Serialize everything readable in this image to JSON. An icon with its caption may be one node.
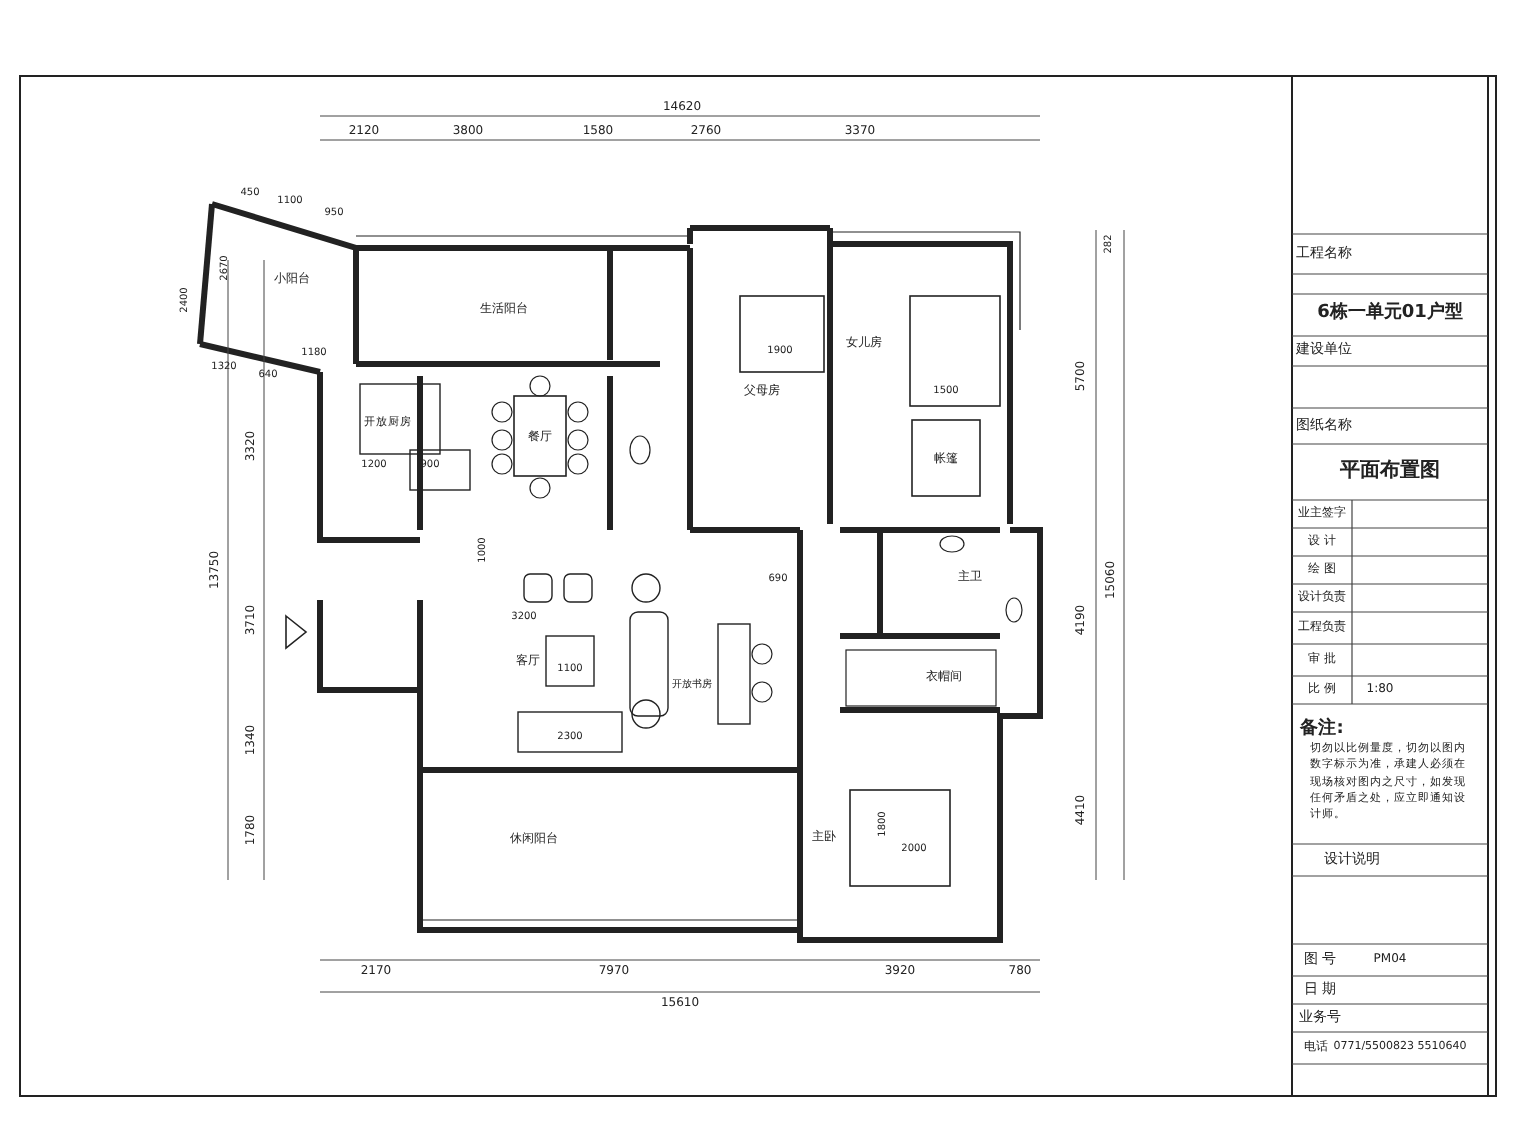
{
  "diagram": {
    "labels": [
      "14620",
      "2120",
      "3800",
      "1580",
      "2760",
      "3370",
      "450",
      "1100",
      "950",
      "2400",
      "2670",
      "1320",
      "640",
      "3320",
      "13750",
      "3710",
      "1340",
      "1780",
      "282",
      "5700",
      "15060",
      "4190",
      "4410",
      "2170",
      "7970",
      "3920",
      "780",
      "15610",
      "小阳台",
      "生活阳台",
      "开放厨房",
      "餐厅",
      "父母房",
      "女儿房",
      "帐篷",
      "主卫",
      "衣帽间",
      "客厅",
      "开放书房",
      "休闲阳台",
      "主卧",
      "1180",
      "1200",
      "900",
      "1000",
      "3200",
      "1100",
      "2300",
      "1900",
      "1500",
      "2000",
      "1800",
      "690",
      "工程名称",
      "6栋一单元01户型",
      "建设单位",
      "图纸名称",
      "平面布置图",
      "业主签字",
      "设 计",
      "绘 图",
      "设计负责",
      "工程负责",
      "审 批",
      "比 例",
      "1:80",
      "备注:",
      "切勿以比例量度，切勿以图内数字标示为准，承建人必须在现场核对图内之尺寸，如发现任何矛盾之处，应立即通知设计师。",
      "设计说明",
      "图 号",
      "PM04",
      "日 期",
      "业务号",
      "电话",
      "0771/5500823 5510640"
    ]
  }
}
